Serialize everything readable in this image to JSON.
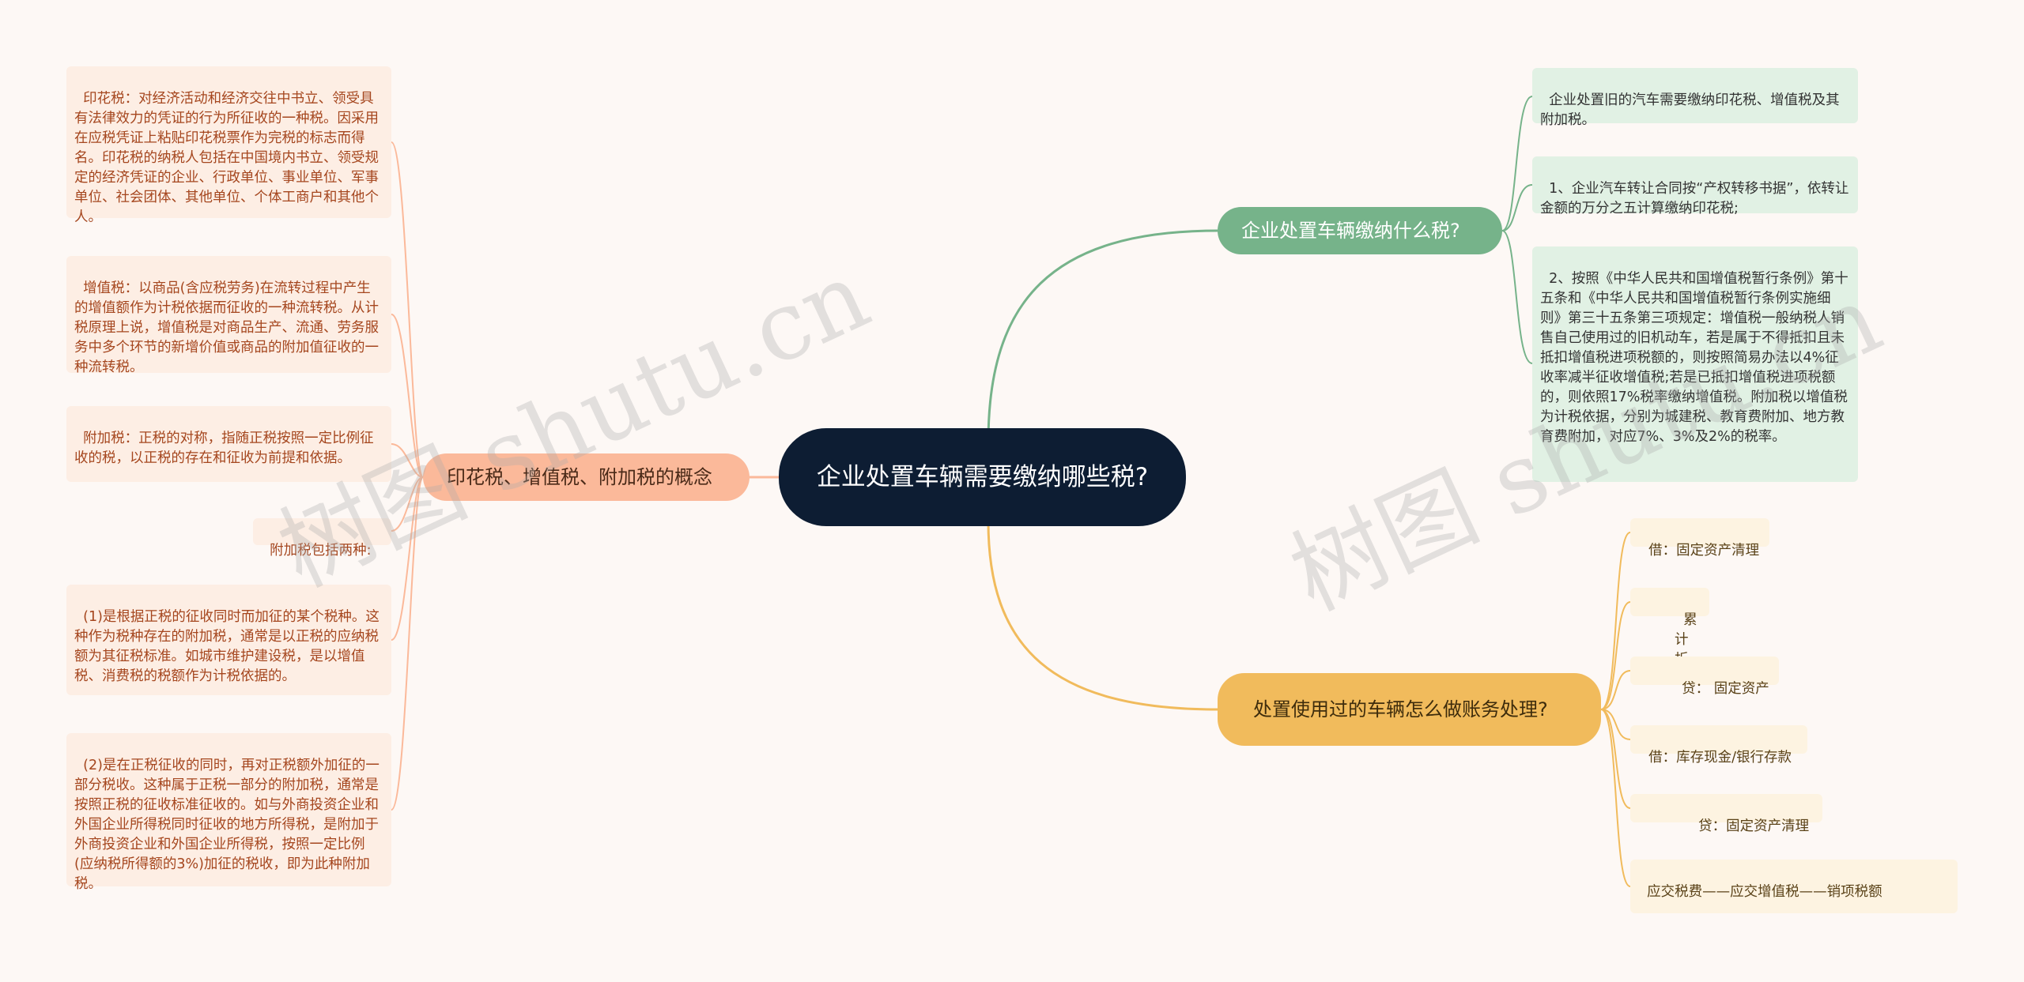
{
  "root": {
    "label": "企业处置车辆需要缴纳哪些税?"
  },
  "branches": {
    "concept": {
      "label": "印花税、增值税、附加税的概念",
      "color": "#fbb99a"
    },
    "taxes": {
      "label": "企业处置车辆缴纳什么税?",
      "color": "#76b38a"
    },
    "accounting": {
      "label": "处置使用过的车辆怎么做账务处理?",
      "color": "#f1bb5c"
    }
  },
  "concept_items": [
    "印花税：对经济活动和经济交往中书立、领受具有法律效力的凭证的行为所征收的一种税。因采用在应税凭证上粘贴印花税票作为完税的标志而得名。印花税的纳税人包括在中国境内书立、领受规定的经济凭证的企业、行政单位、事业单位、军事单位、社会团体、其他单位、个体工商户和其他个人。",
    "增值税：以商品(含应税劳务)在流转过程中产生的增值额作为计税依据而征收的一种流转税。从计税原理上说，增值税是对商品生产、流通、劳务服务中多个环节的新增价值或商品的附加值征收的一种流转税。",
    "附加税：正税的对称，指随正税按照一定比例征收的税，以正税的存在和征收为前提和依据。",
    "附加税包括两种:",
    "(1)是根据正税的征收同时而加征的某个税种。这种作为税种存在的附加税，通常是以正税的应纳税额为其征税标准。如城市维护建设税，是以增值税、消费税的税额作为计税依据的。",
    "(2)是在正税征收的同时，再对正税额外加征的一部分税收。这种属于正税一部分的附加税，通常是按照正税的征收标准征收的。如与外商投资企业和外国企业所得税同时征收的地方所得税，是附加于外商投资企业和外国企业所得税，按照一定比例(应纳税所得额的3%)加征的税收，即为此种附加税。"
  ],
  "tax_items": [
    "企业处置旧的汽车需要缴纳印花税、增值税及其附加税。",
    "1、企业汽车转让合同按“产权转移书据”，依转让金额的万分之五计算缴纳印花税;",
    "2、按照《中华人民共和国增值税暂行条例》第十五条和《中华人民共和国增值税暂行条例实施细则》第三十五条第三项规定：增值税一般纳税人销售自己使用过的旧机动车，若是属于不得抵扣且未抵扣增值税进项税额的，则按照简易办法以4%征收率减半征收增值税;若是已抵扣增值税进项税额的，则依照17%税率缴纳增值税。附加税以增值税为计税依据，分别为城建税、教育费附加、地方教育费附加，对应7%、3%及2%的税率。"
  ],
  "accounting_items": [
    "借：固定资产清理",
    "累计折旧",
    "贷： 固定资产",
    "借：库存现金/银行存款",
    "贷：固定资产清理",
    "应交税费——应交增值税——销项税额"
  ],
  "watermark": "树图 shutu.cn"
}
